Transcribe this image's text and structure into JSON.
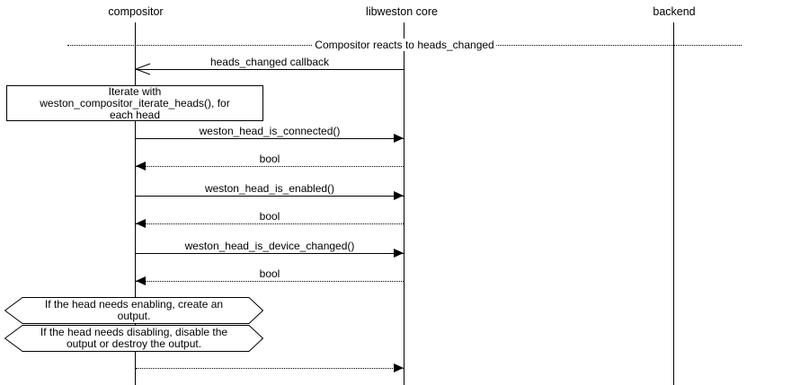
{
  "diagram": {
    "type": "uml-sequence-diagram",
    "colors": {
      "line": "#000000",
      "background": "#ffffff",
      "text": "#000000"
    },
    "participants": [
      {
        "name": "compositor"
      },
      {
        "name": "libweston core"
      },
      {
        "name": "backend"
      }
    ],
    "divider": {
      "label": "Compositor reacts to heads_changed"
    },
    "messages": [
      {
        "label": "heads_changed callback",
        "from": "libweston core",
        "to": "compositor",
        "line": "solid",
        "arrowhead": "open"
      },
      {
        "label": "weston_head_is_connected()",
        "from": "compositor",
        "to": "libweston core",
        "line": "solid",
        "arrowhead": "filled"
      },
      {
        "label": "bool",
        "from": "libweston core",
        "to": "compositor",
        "line": "dotted",
        "arrowhead": "filled"
      },
      {
        "label": "weston_head_is_enabled()",
        "from": "compositor",
        "to": "libweston core",
        "line": "solid",
        "arrowhead": "filled"
      },
      {
        "label": "bool",
        "from": "libweston core",
        "to": "compositor",
        "line": "dotted",
        "arrowhead": "filled"
      },
      {
        "label": "weston_head_is_device_changed()",
        "from": "compositor",
        "to": "libweston core",
        "line": "solid",
        "arrowhead": "filled"
      },
      {
        "label": "bool",
        "from": "libweston core",
        "to": "compositor",
        "line": "dotted",
        "arrowhead": "filled"
      },
      {
        "label": "",
        "from": "compositor",
        "to": "libweston core",
        "line": "dotted",
        "arrowhead": "filled"
      }
    ],
    "notes": [
      {
        "shape": "rectangle",
        "text": "Iterate with\nweston_compositor_iterate_heads(), for\neach head"
      },
      {
        "shape": "hexagon",
        "text": "If the head needs enabling, create an\noutput."
      },
      {
        "shape": "hexagon",
        "text": "If the head needs disabling, disable the\noutput or destroy the output."
      }
    ]
  }
}
